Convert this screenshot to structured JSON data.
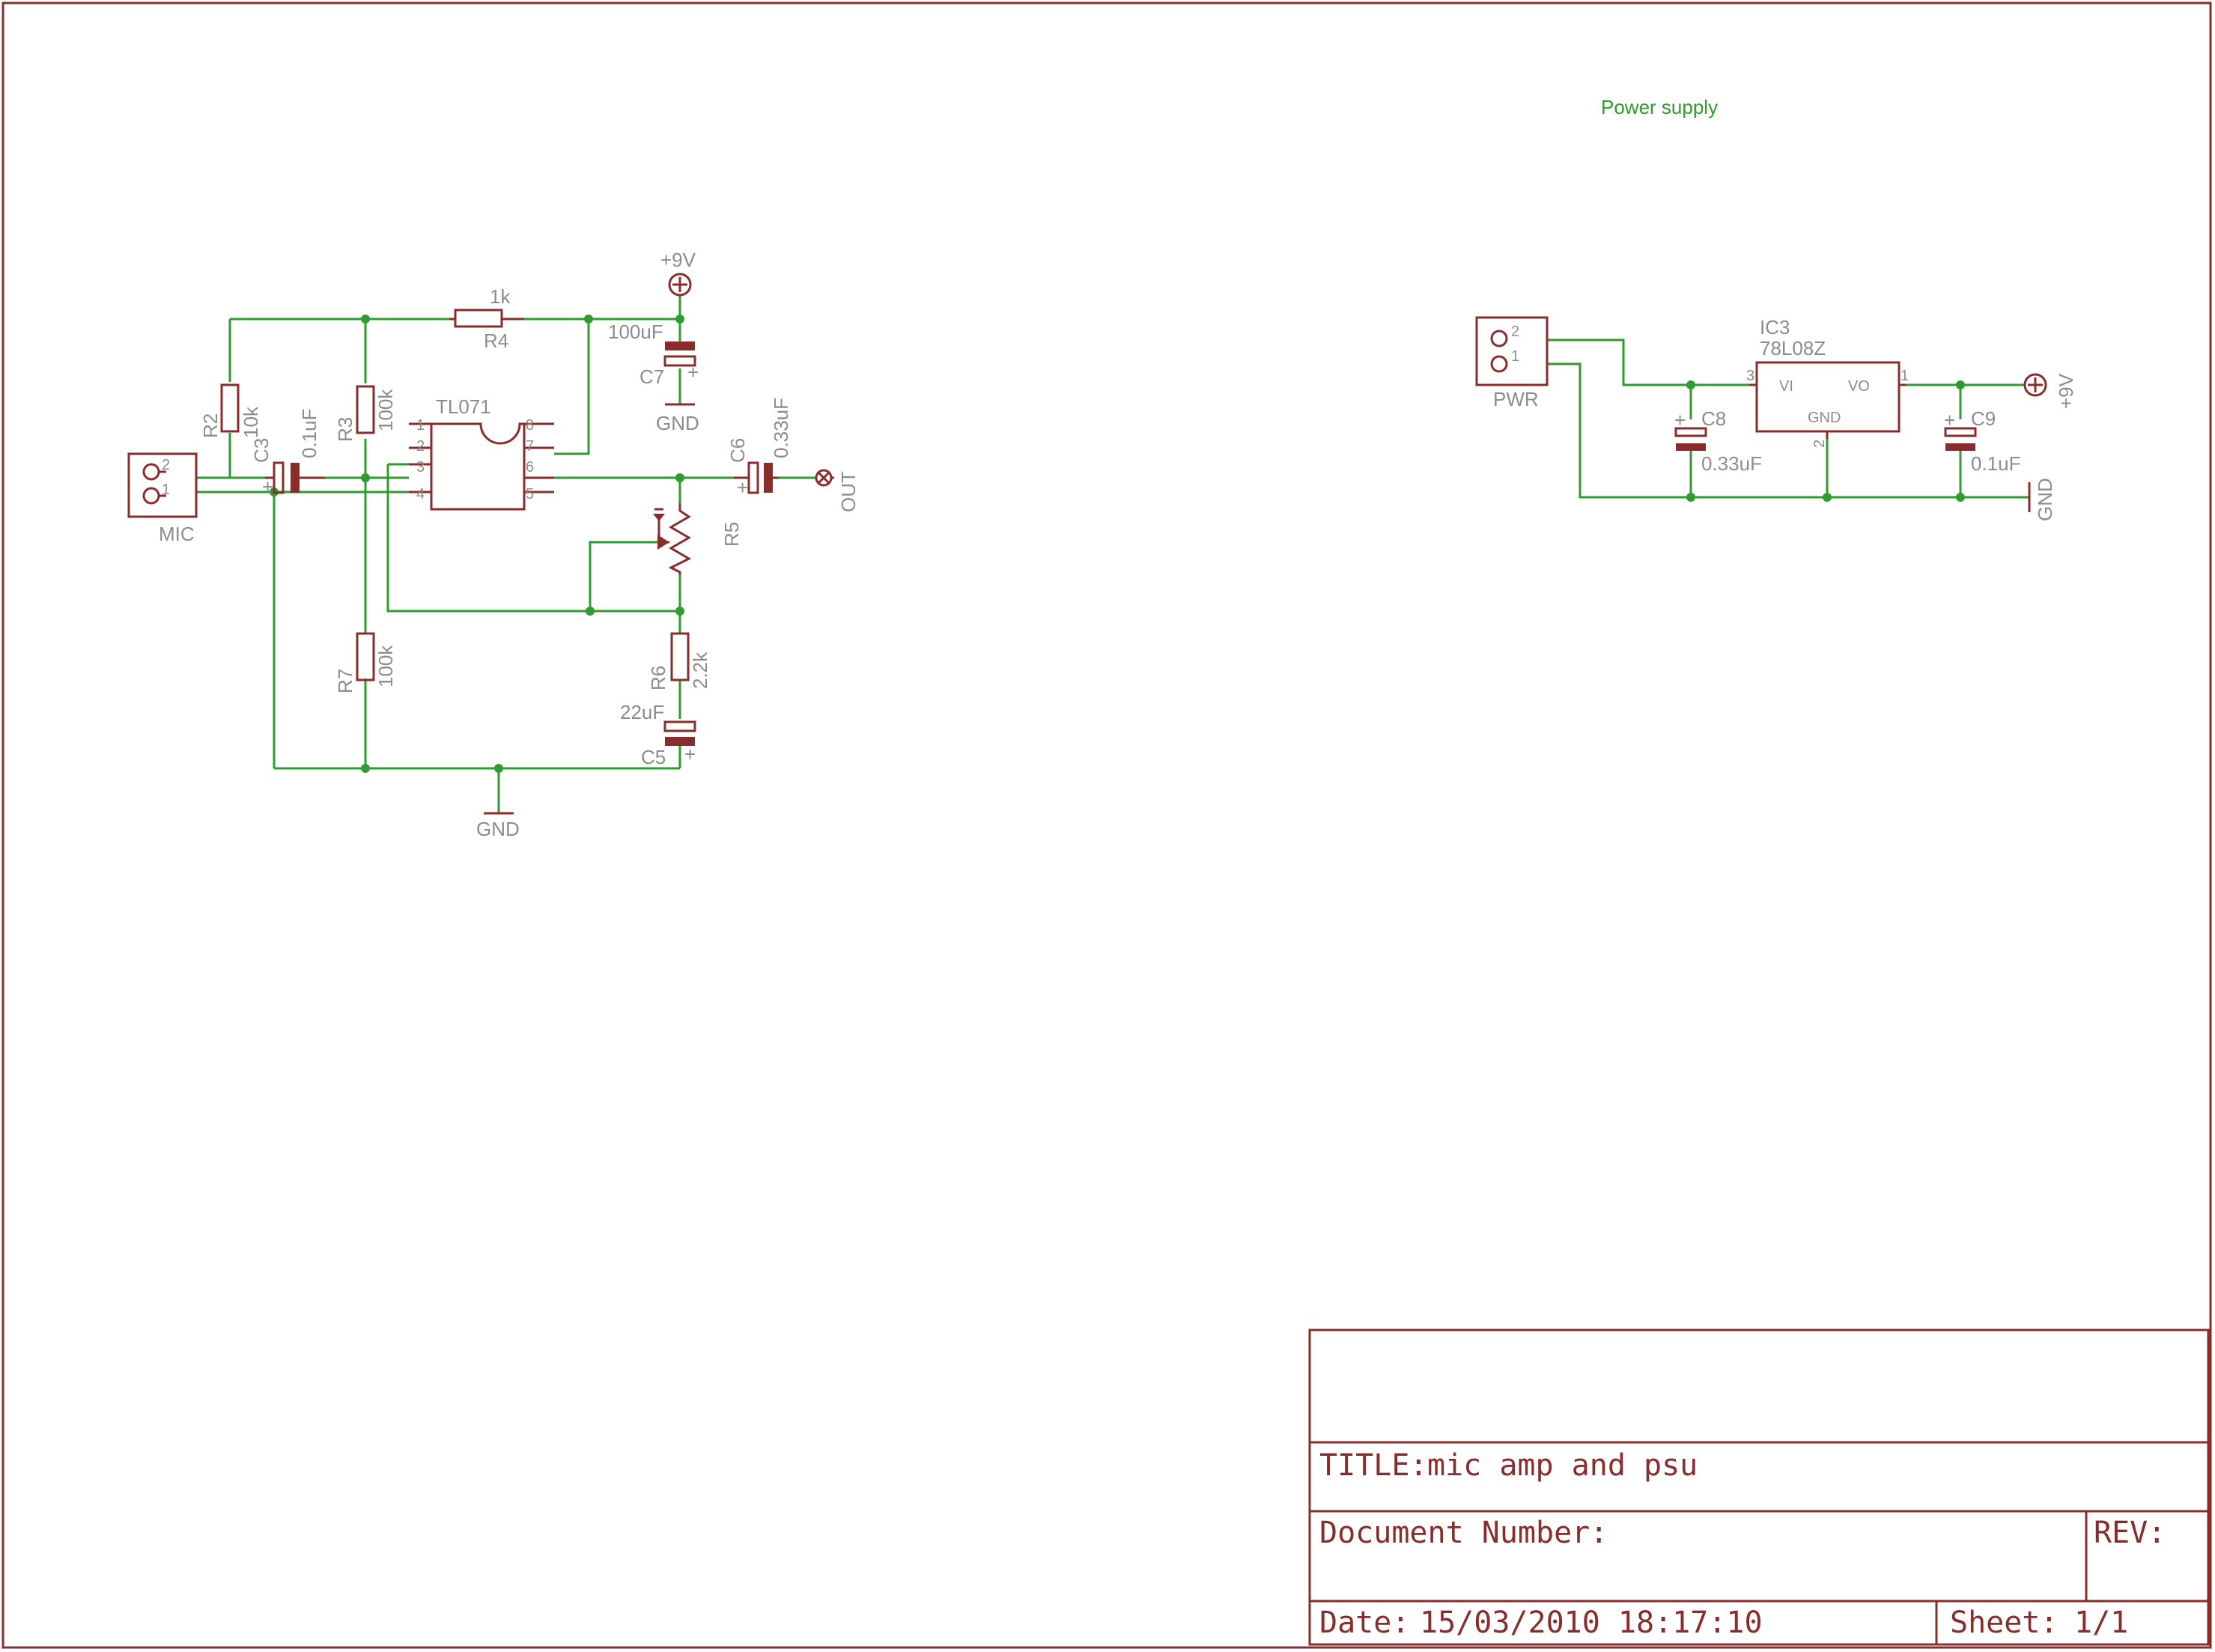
{
  "annotation": {
    "power_supply": "Power supply"
  },
  "title_block": {
    "title_label": "TITLE:",
    "title_value": "mic amp and psu",
    "docnum_label": "Document Number:",
    "rev_label": "REV:",
    "date_label": "Date:",
    "date_value": "15/03/2010 18:17:10",
    "sheet_label": "Sheet:",
    "sheet_value": "1/1"
  },
  "components": {
    "r2": {
      "ref": "R2",
      "value": "10k"
    },
    "r3": {
      "ref": "R3",
      "value": "100k"
    },
    "r4": {
      "ref": "R4",
      "value": "1k"
    },
    "r5": {
      "ref": "R5"
    },
    "r6": {
      "ref": "R6",
      "value": "2.2k"
    },
    "r7": {
      "ref": "R7",
      "value": "100k"
    },
    "c3": {
      "ref": "C3",
      "value": "0.1uF"
    },
    "c5": {
      "ref": "C5",
      "value": "22uF"
    },
    "c6": {
      "ref": "C6",
      "value": "0.33uF"
    },
    "c7": {
      "ref": "C7",
      "value": "100uF"
    },
    "c8": {
      "ref": "C8",
      "value": "0.33uF"
    },
    "c9": {
      "ref": "C9",
      "value": "0.1uF"
    },
    "u1": {
      "value": "TL071",
      "pins": [
        "1",
        "2",
        "3",
        "4",
        "5",
        "6",
        "7",
        "8"
      ]
    },
    "ic3": {
      "ref": "IC3",
      "value": "78L08Z",
      "vi": "VI",
      "vo": "VO",
      "gnd": "GND",
      "pin_in": "3",
      "pin_out": "1",
      "pin_gnd": "2"
    },
    "mic": {
      "name": "MIC",
      "pin1": "1",
      "pin2": "2"
    },
    "pwr": {
      "name": "PWR",
      "pin1": "1",
      "pin2": "2"
    }
  },
  "supplies": {
    "vcc": "+9V",
    "gnd": "GND",
    "out": "OUT"
  },
  "colors": {
    "wire": "#2e9c2e",
    "part": "#8b2c2c",
    "label": "#8c8c8c"
  }
}
